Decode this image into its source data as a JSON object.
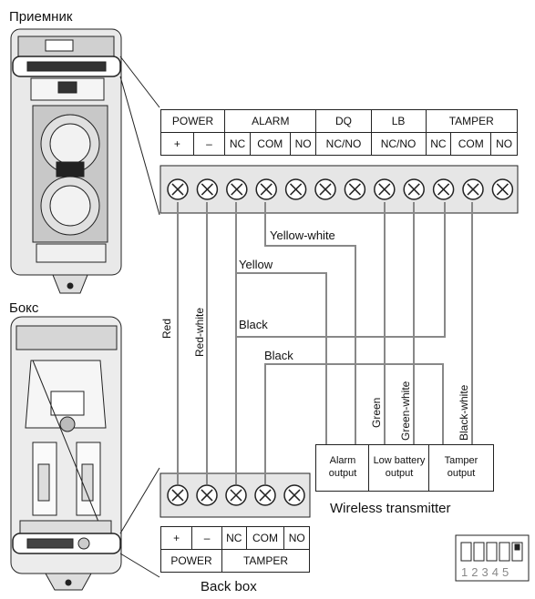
{
  "receiver_title": "Приемник",
  "box_title": "Бокс",
  "receiver_table": {
    "groups": [
      "POWER",
      "ALARM",
      "DQ",
      "LB",
      "TAMPER"
    ],
    "pins": [
      "+",
      "–",
      "NC",
      "COM",
      "NO",
      "NC/NO",
      "NC/NO",
      "NC",
      "COM",
      "NO"
    ]
  },
  "backbox_table": {
    "pins": [
      "+",
      "–",
      "NC",
      "COM",
      "NO"
    ],
    "groups": [
      "POWER",
      "TAMPER"
    ]
  },
  "wire_labels": {
    "red": "Red",
    "red_white": "Red-white",
    "yellow_white": "Yellow-white",
    "yellow": "Yellow",
    "black1": "Black",
    "black2": "Black",
    "green": "Green",
    "green_white": "Green-white",
    "black_white": "Black-white"
  },
  "transmitter": {
    "title": "Wireless transmitter",
    "outputs": [
      {
        "line1": "Alarm",
        "line2": "output"
      },
      {
        "line1": "Low battery",
        "line2": "output"
      },
      {
        "line1": "Tamper",
        "line2": "output"
      }
    ]
  },
  "back_box_title": "Back box",
  "dip_numbers": [
    "1",
    "2",
    "3",
    "4",
    "5"
  ]
}
